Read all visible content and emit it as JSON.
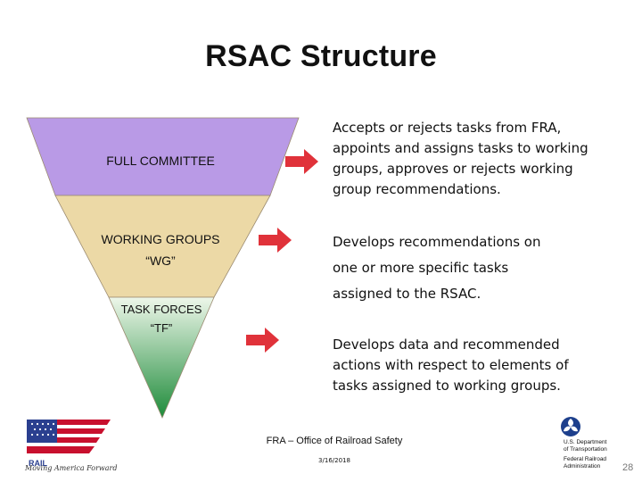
{
  "slide": {
    "title": "RSAC Structure",
    "page_number": "28"
  },
  "pyramid": {
    "tiers": [
      {
        "label_line1": "FULL COMMITTEE",
        "label_line2": "",
        "color": "#b99ae6",
        "description": "Accepts or rejects tasks from FRA, appoints and assigns tasks to working groups, approves or rejects working group recommendations."
      },
      {
        "label_line1": "WORKING GROUPS",
        "label_line2": "“WG”",
        "color": "#ecd9a6",
        "description": "Develops recommendations on one or more specific tasks assigned to the RSAC."
      },
      {
        "label_line1": "TASK FORCES",
        "label_line2": "“TF”",
        "color_top": "#eef7ea",
        "color_bottom": "#1e8b3a",
        "description": "Develops data and recommended actions with respect to elements of tasks assigned to working groups."
      }
    ],
    "arrow_color": "#e0323a"
  },
  "footer": {
    "office": "FRA – Office of Railroad Safety",
    "date": "3/16/2018",
    "rail_logo_text": "RAIL",
    "tagline": "Moving America Forward",
    "dot_line1": "U.S. Department",
    "dot_line2": "of Transportation",
    "dot_line3": "Federal Railroad",
    "dot_line4": "Administration"
  }
}
